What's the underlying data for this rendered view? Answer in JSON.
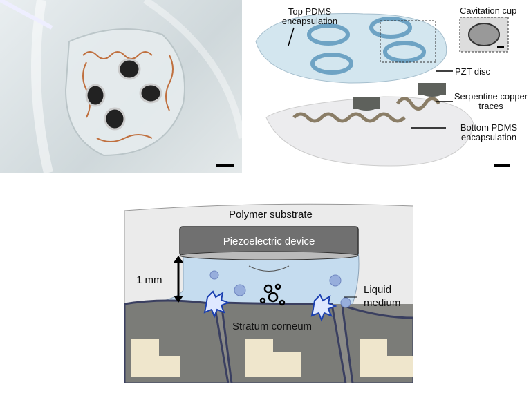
{
  "photo_panel": {
    "scale_bar": true
  },
  "exploded_panel": {
    "labels": {
      "top_pdms": "Top PDMS encapsulation",
      "cavitation_cup": "Cavitation cup",
      "pzt_disc": "PZT disc",
      "serpentine": "Serpentine copper traces",
      "bottom_pdms": "Bottom PDMS encapsulation"
    }
  },
  "schematic_panel": {
    "labels": {
      "polymer_substrate": "Polymer substrate",
      "piezo_device": "Piezoelectric device",
      "distance": "1 mm",
      "liquid_medium": "Liquid medium",
      "stratum_corneum": "Stratum corneum"
    }
  },
  "colors": {
    "copper": "#c0703f",
    "liquid": "#c5dcef",
    "pzt": "#6f7068",
    "skin": "#efe6cc"
  }
}
